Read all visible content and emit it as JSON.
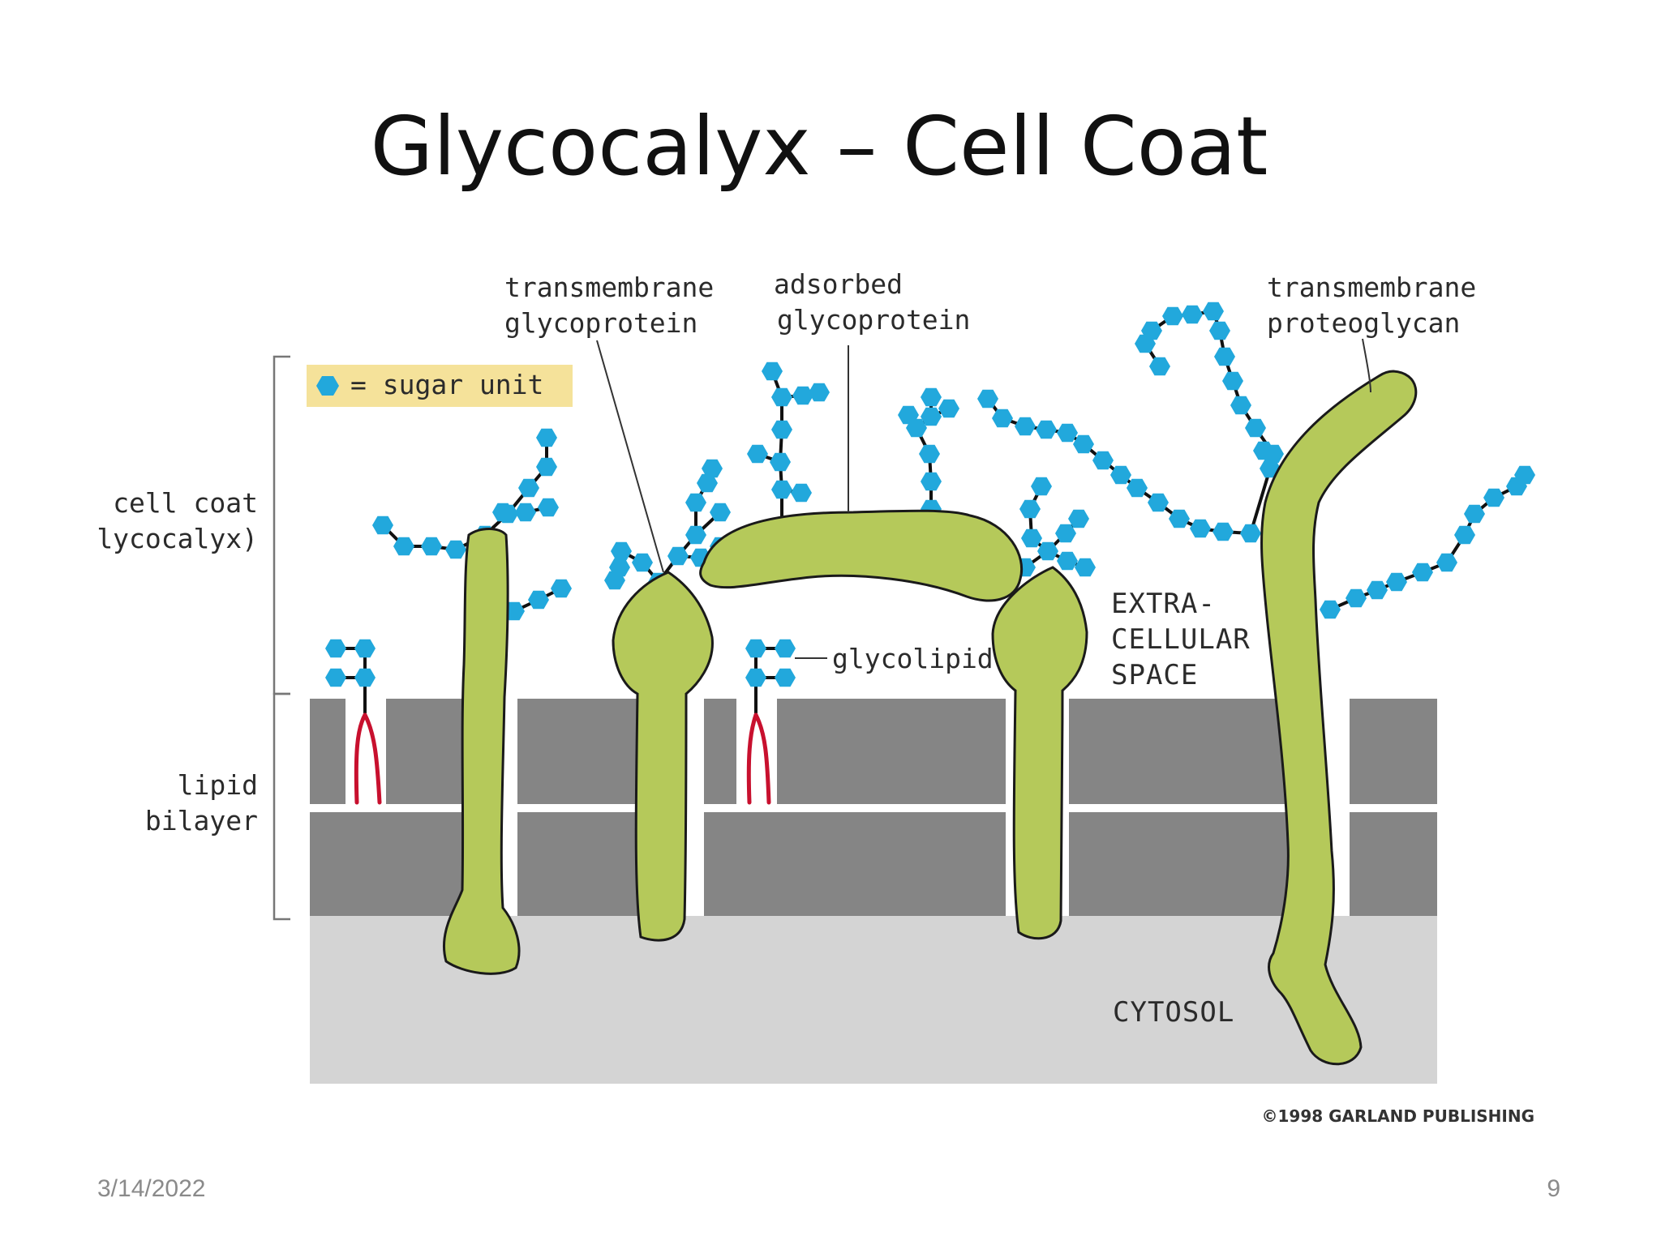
{
  "slide": {
    "title": "Glycocalyx – Cell Coat",
    "date": "3/14/2022",
    "page_number": "9"
  },
  "diagram": {
    "labels": {
      "legend_sugar": "= sugar unit",
      "cell_coat_line1": "cell coat",
      "cell_coat_line2": "lycocalyx)",
      "lipid_line1": "lipid",
      "lipid_line2": "bilayer",
      "tm_glycoprotein_line1": "transmembrane",
      "tm_glycoprotein_line2": "glycoprotein",
      "adsorbed_line1": "adsorbed",
      "adsorbed_line2": "glycoprotein",
      "tm_proteoglycan_line1": "transmembrane",
      "tm_proteoglycan_line2": "proteoglycan",
      "glycolipid": "glycolipid",
      "extracellular_line1": "EXTRA-",
      "extracellular_line2": "CELLULAR",
      "extracellular_line3": "SPACE",
      "cytosol": "CYTOSOL",
      "copyright": "©1998 GARLAND PUBLISHING"
    },
    "colors": {
      "protein": "#b5c95a",
      "sugar_unit": "#22a8dc",
      "membrane": "#858585",
      "cytosol": "#d4d4d4",
      "lipid_tail": "#c8102e",
      "legend_box": "#f5e29a"
    }
  }
}
